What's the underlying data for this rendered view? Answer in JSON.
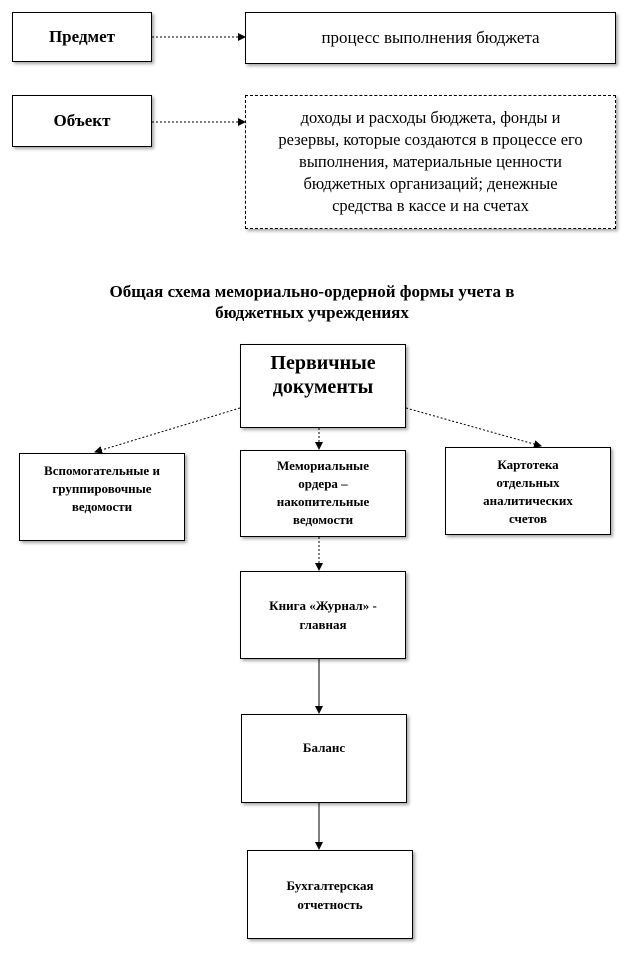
{
  "top": {
    "subject_label": "Предмет",
    "subject_value": "процесс выполнения бюджета",
    "object_label": "Объект",
    "object_value": "доходы и расходы бюджета, фонды и\nрезервы, которые создаются в процессе его\nвыполнения, материальные ценности\nбюджетных организаций; денежные\nсредства в кассе и на счетах"
  },
  "scheme": {
    "title": "Общая схема мемориально-ордерной формы учета в\nбюджетных учреждениях",
    "primary_docs": "Первичные\nдокументы",
    "auxiliary": "Вспомогательные и\nгруппировочные\nведомости",
    "memorial_orders": "Мемориальные\nордера –\nнакопительные\nведомости",
    "card_index": "Картотека\nотдельных\nаналитических\nсчетов",
    "journal_book": "Книга «Журнал» -\nглавная",
    "balance": "Баланс",
    "reporting": "Бухгалтерская\nотчетность"
  }
}
